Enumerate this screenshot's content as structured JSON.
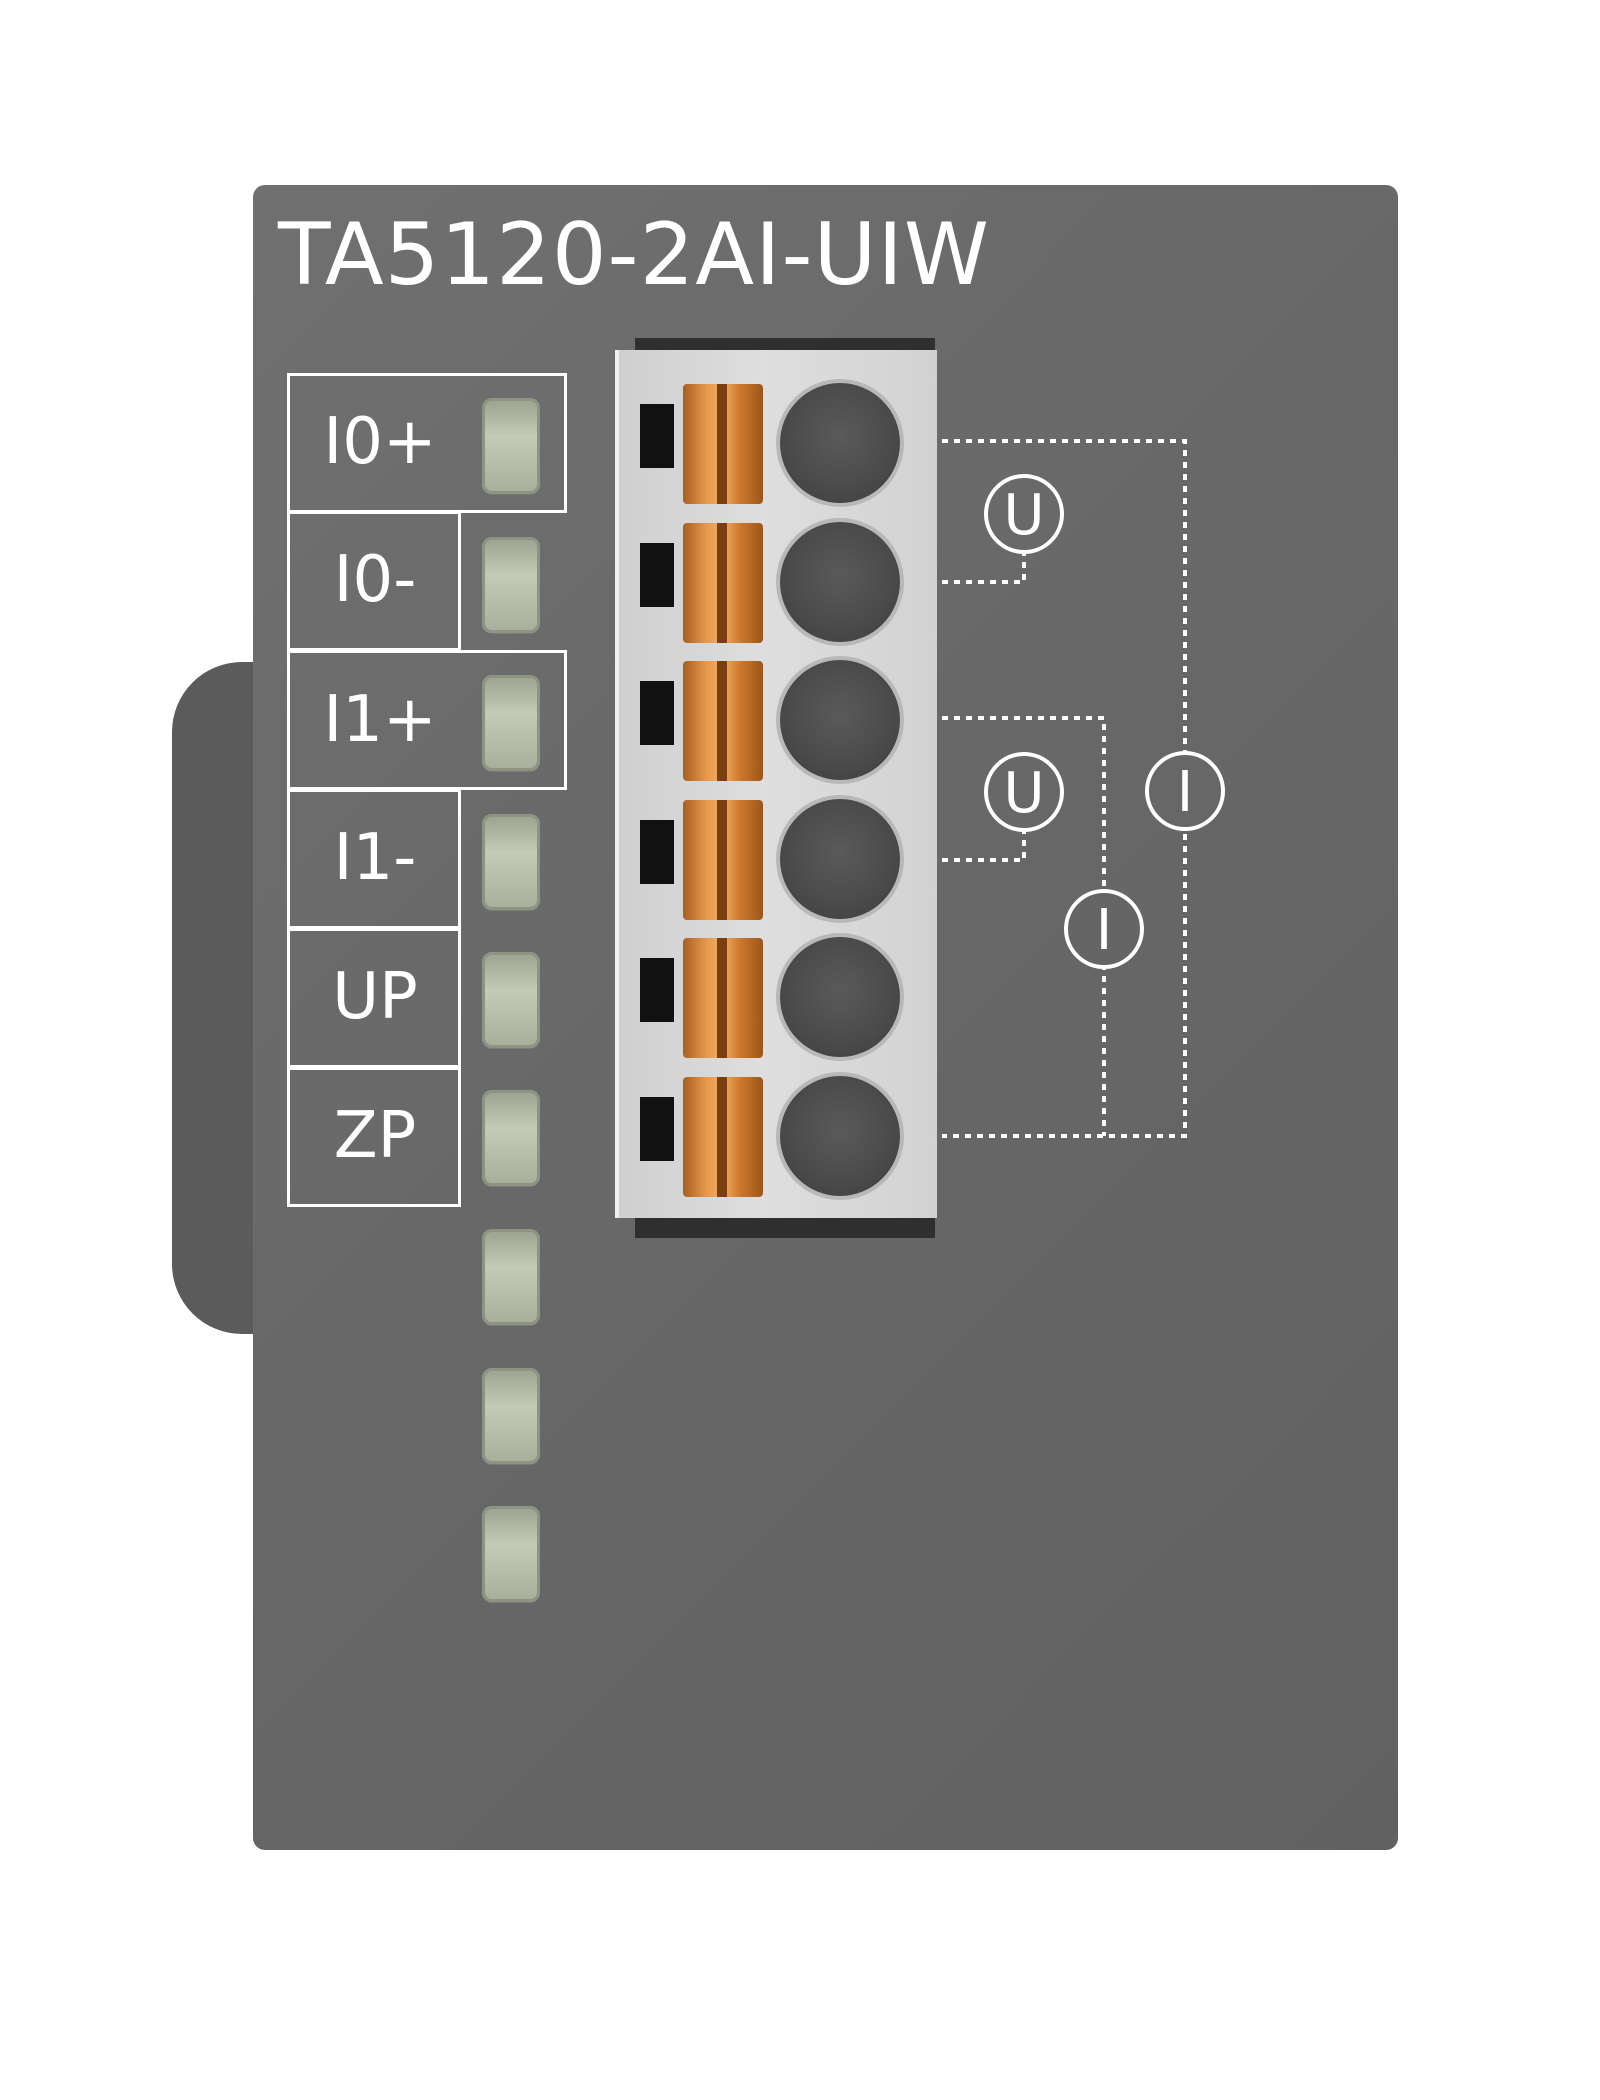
{
  "module": {
    "model": "TA5120-2AI-UIW",
    "terminals": [
      {
        "label": "I0+"
      },
      {
        "label": "I0-"
      },
      {
        "label": "I1+"
      },
      {
        "label": "I1-"
      },
      {
        "label": "UP"
      },
      {
        "label": "ZP"
      }
    ],
    "led_count": 9,
    "connector_positions": 6,
    "wiring_symbols": {
      "voltage_1": "U",
      "voltage_2": "U",
      "current_1": "I",
      "current_2": "I"
    },
    "colors": {
      "housing": "#6a6a6a",
      "lever": "#e8954a",
      "led": "#b8c0ac",
      "markings": "#ffffff"
    }
  }
}
